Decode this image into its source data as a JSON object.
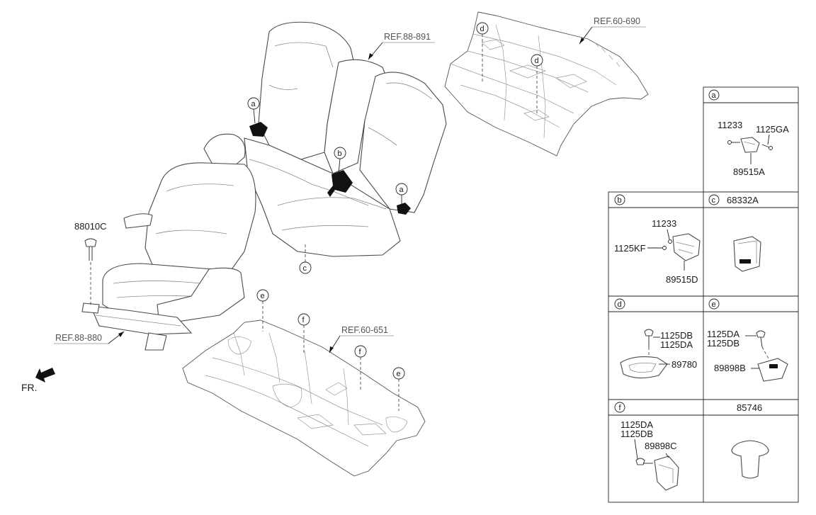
{
  "callouts": {
    "a": "a",
    "b": "b",
    "c": "c",
    "d": "d",
    "e": "e",
    "f": "f"
  },
  "refs": {
    "seat_rear": "REF.88-891",
    "panel_rear": "REF.60-690",
    "floor": "REF.60-651",
    "seat_front": "REF.88-880"
  },
  "labels": {
    "bolt_88010c": "88010C",
    "fr": "FR."
  },
  "table": {
    "a": {
      "tag": "a",
      "parts": [
        "11233",
        "1125GA",
        "89515A"
      ]
    },
    "b": {
      "tag": "b",
      "parts": [
        "11233",
        "1125KF",
        "89515D"
      ]
    },
    "c": {
      "tag": "c",
      "title": "68332A"
    },
    "d": {
      "tag": "d",
      "parts": [
        "1125DB",
        "1125DA",
        "89780"
      ]
    },
    "e": {
      "tag": "e",
      "parts": [
        "1125DA",
        "1125DB",
        "89898B"
      ]
    },
    "f": {
      "tag": "f",
      "parts": [
        "1125DA",
        "1125DB",
        "89898C"
      ]
    },
    "g": {
      "title": "85746"
    }
  }
}
